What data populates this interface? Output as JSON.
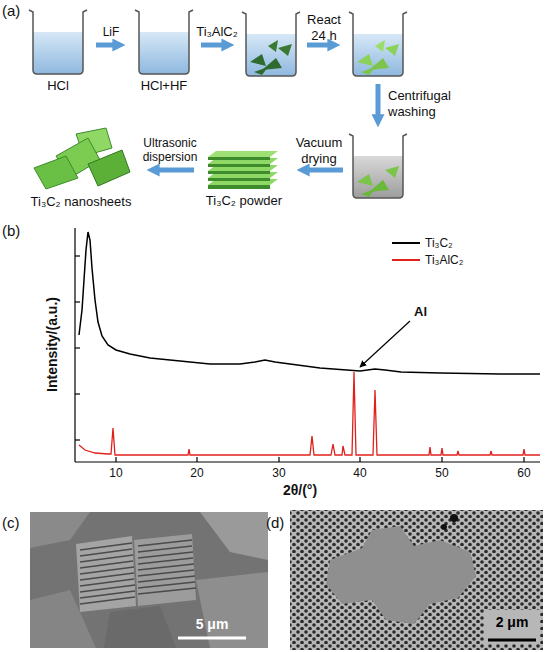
{
  "diagram": {
    "nodes": [
      {
        "text": [
          "HCl"
        ]
      },
      {
        "text": [
          "HCl+HF"
        ]
      },
      {
        "text": [
          "Ti₃C₂ nanosheets"
        ]
      },
      {
        "text": [
          "Ti₃C₂ powder"
        ]
      }
    ],
    "edges": [
      {
        "from": 0,
        "to": 1,
        "label": "LiF",
        "arrow": "to"
      },
      {
        "from": 3,
        "to": 2,
        "label": "Ultrasonic dispersion",
        "arrow": "to"
      }
    ],
    "labels": [
      "(a)",
      "Ti₃AlC₂",
      "React 24 h",
      "Centrifugal washing",
      "Vacuum drying",
      "(b)",
      "Intensity/(a.u.)",
      "2θ/(°)",
      "Al",
      "10",
      "20",
      "30",
      "40",
      "50",
      "60",
      "(c)",
      "5 μm",
      "(d)",
      "2 μm"
    ],
    "legend": [
      {
        "text": "Ti₃C₂"
      },
      {
        "text": "Ti₃AlC₂"
      }
    ]
  }
}
